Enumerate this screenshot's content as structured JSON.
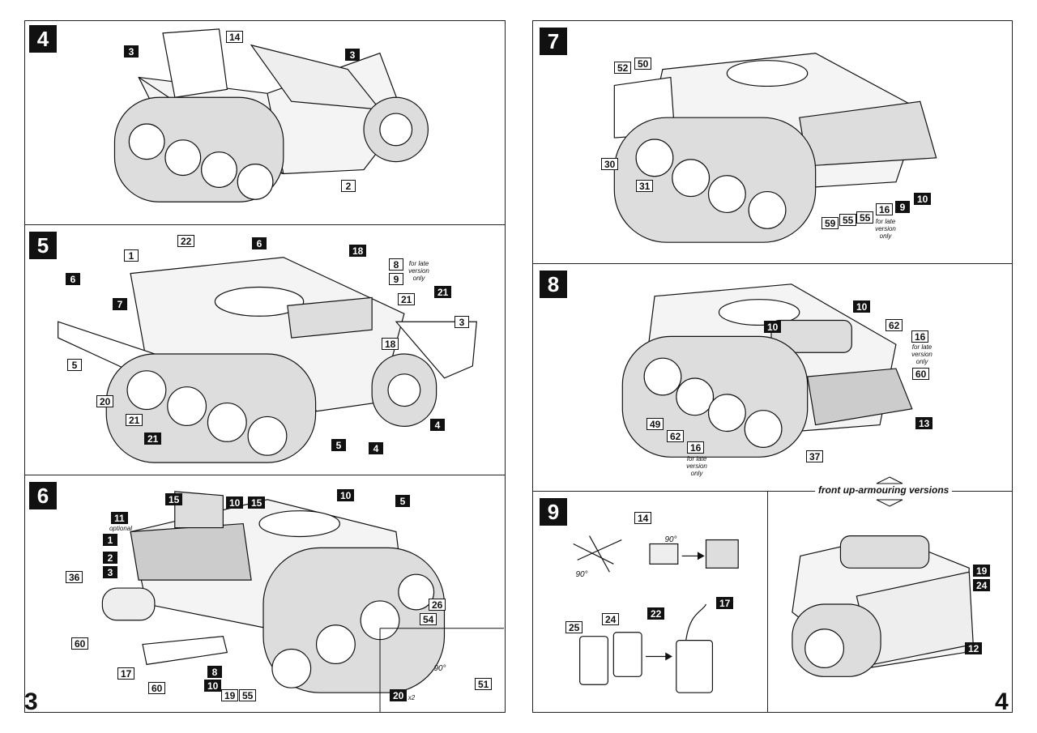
{
  "steps": {
    "s4": "4",
    "s5": "5",
    "s6": "6",
    "s7": "7",
    "s8": "8",
    "s9": "9"
  },
  "page_numbers": {
    "left": "3",
    "right": "4"
  },
  "banner": "front up-armouring versions",
  "notes": {
    "late": "for late version only",
    "optional": "optional",
    "deg90": "90°",
    "x2": "x2"
  },
  "labels": {
    "p4": [
      "3",
      "14",
      "3",
      "2"
    ],
    "p5": [
      "22",
      "6",
      "1",
      "18",
      "8",
      "9",
      "6",
      "7",
      "21",
      "21",
      "3",
      "18",
      "5",
      "20",
      "21",
      "21",
      "5",
      "4",
      "4"
    ],
    "p6": [
      "15",
      "10",
      "15",
      "10",
      "5",
      "11",
      "1",
      "2",
      "3",
      "36",
      "60",
      "17",
      "60",
      "8",
      "10",
      "19",
      "55",
      "26",
      "54",
      "51",
      "20"
    ],
    "p7": [
      "52",
      "50",
      "30",
      "31",
      "16",
      "9",
      "10",
      "59",
      "55",
      "55"
    ],
    "p8": [
      "10",
      "10",
      "62",
      "16",
      "60",
      "13",
      "49",
      "62",
      "16",
      "37"
    ],
    "p9": [
      "14",
      "25",
      "24",
      "22",
      "17"
    ],
    "pv": [
      "19",
      "24",
      "12"
    ]
  },
  "colors": {
    "ink": "#111111",
    "paper": "#ffffff"
  }
}
